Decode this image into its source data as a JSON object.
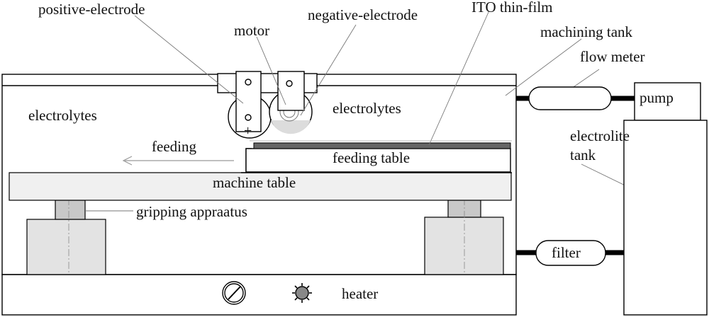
{
  "labels": {
    "positive_electrode": "positive-electrode",
    "motor": "motor",
    "negative_electrode": "negative-electrode",
    "ito_thin_film": "ITO thin-film",
    "machining_tank": "machining tank",
    "flow_meter": "flow meter",
    "pump": "pump",
    "electrolytes_left": "electrolytes",
    "electrolytes_right": "electrolytes",
    "feeding": "feeding",
    "feeding_table": "feeding table",
    "machine_table": "machine table",
    "gripping_apparatus": "gripping appraatus",
    "electrolite_tank_line1": "electrolite",
    "electrolite_tank_line2": "tank",
    "filter": "filter",
    "heater": "heater",
    "plus_sign": "+"
  }
}
